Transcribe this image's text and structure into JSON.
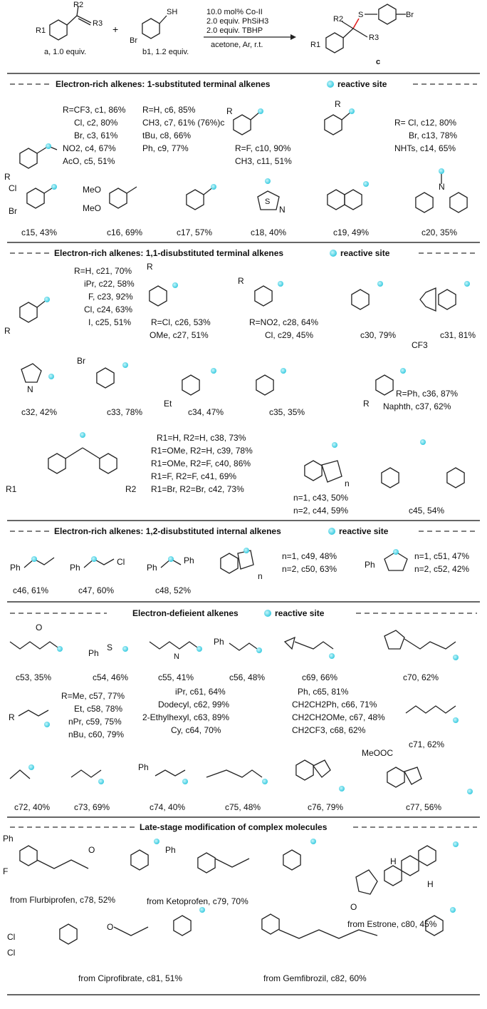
{
  "scheme": {
    "reagent_a": "a, 1.0 equiv.",
    "reagent_b": "b1, 1.2 equiv.",
    "conditions": [
      "10.0 mol% Co-II",
      "2.0 equiv. PhSiH3",
      "2.0 equiv. TBHP",
      "acetone, Ar, r.t."
    ],
    "product": "c",
    "groups": {
      "r1": "R1",
      "r2": "R2",
      "r3": "R3",
      "br": "Br",
      "sh": "SH",
      "s": "S"
    }
  },
  "sections": [
    {
      "id": "s1",
      "title": "Electron-rich alkenes: 1-substituted terminal alkenes",
      "tag": "reactive site"
    },
    {
      "id": "s2",
      "title": "Electron-rich alkenes: 1,1-disubstituted terminal alkenes",
      "tag": "reactive site"
    },
    {
      "id": "s3",
      "title": "Electron-rich alkenes: 1,2-disubstituted internal alkenes",
      "tag": "reactive site"
    },
    {
      "id": "s4",
      "title": "Electron-defieient alkenes",
      "tag": "reactive site"
    },
    {
      "id": "s5",
      "title": "Late-stage modification of complex molecules",
      "tag": ""
    }
  ],
  "entries": {
    "g1": [
      "R=CF3, c1, 86%",
      "Cl, c2, 80%",
      "Br, c3, 61%",
      "NO2, c4, 67%",
      "AcO, c5, 51%"
    ],
    "g2": [
      "R=H, c6, 85%",
      "CH3, c7, 61% (76%)c",
      "tBu, c8, 66%",
      "Ph, c9, 77%"
    ],
    "g3": [
      "R=F, c10, 90%",
      "CH3, c11, 51%"
    ],
    "g4": [
      "R= Cl, c12, 80%",
      "Br, c13, 78%",
      "NHTs, c14, 65%"
    ],
    "row2": [
      "c15, 43%",
      "c16, 69%",
      "c17, 57%",
      "c18, 40%",
      "c19, 49%",
      "c20, 35%"
    ],
    "g5": [
      "R=H, c21, 70%",
      "iPr, c22, 58%",
      "F, c23, 92%",
      "Cl, c24, 63%",
      "I, c25, 51%"
    ],
    "g6": [
      "R=Cl, c26, 53%",
      "OMe, c27, 51%"
    ],
    "g7": [
      "R=NO2, c28, 64%",
      "Cl, c29, 45%"
    ],
    "c30": "c30, 79%",
    "c31": "c31, 81%",
    "row4": [
      "c32, 42%",
      "c33, 78%",
      "c34, 47%",
      "c35, 35%"
    ],
    "g8": [
      "R=Ph, c36, 87%",
      "Naphth, c37, 62%"
    ],
    "g9": [
      "R1=H, R2=H, c38, 73%",
      "R1=OMe, R2=H, c39, 78%",
      "R1=OMe, R2=F, c40, 86%",
      "R1=F, R2=F, c41, 69%",
      "R1=Br, R2=Br, c42, 73%"
    ],
    "g10": [
      "n=1, c43, 50%",
      "n=2, c44, 59%"
    ],
    "c45": "c45, 54%",
    "row6": [
      "c46, 61%",
      "c47, 60%",
      "c48, 52%"
    ],
    "g11": [
      "n=1, c49, 48%",
      "n=2, c50, 63%"
    ],
    "g12": [
      "n=1, c51, 47%",
      "n=2, c52, 42%"
    ],
    "row7": [
      "c53, 35%",
      "c54, 46%",
      "c55, 41%",
      "c56, 48%",
      "c69, 66%",
      "c70, 62%"
    ],
    "g13": [
      "R=Me, c57, 77%",
      "Et, c58, 78%",
      "nPr, c59, 75%",
      "nBu, c60, 79%"
    ],
    "g14": [
      "iPr, c61, 64%",
      "Dodecyl, c62, 99%",
      "2-Ethylhexyl, c63, 89%",
      "Cy, c64, 70%"
    ],
    "g15": [
      "Ph, c65, 81%",
      "CH2CH2Ph, c66, 71%",
      "CH2CH2OMe, c67, 48%",
      "CH2CF3, c68, 62%"
    ],
    "c71": "c71, 62%",
    "row9": [
      "c72, 40%",
      "c73, 69%",
      "c74, 40%",
      "c75, 48%",
      "c76, 79%",
      "c77, 56%"
    ],
    "late": [
      "from Flurbiprofen, c78, 52%",
      "from Ketoprofen, c79, 70%",
      "from Estrone, c80, 45%",
      "from Ciprofibrate, c81, 51%",
      "from Gemfibrozil, c82, 60%"
    ]
  },
  "atoms": {
    "r": "R",
    "cl": "Cl",
    "br": "Br",
    "meo": "MeO",
    "s": "S",
    "n": "N",
    "o": "O",
    "f": "F",
    "et": "Et",
    "ph": "Ph",
    "cf3": "CF3",
    "r1": "R1",
    "r2": "R2",
    "nn": "n",
    "h": "H",
    "nh": "N",
    "meooc": "MeOOC",
    "oxo": "O"
  },
  "colors": {
    "reactive_site": "#4fd8e8",
    "bond": "#222222",
    "new_bond": "#e02020"
  }
}
